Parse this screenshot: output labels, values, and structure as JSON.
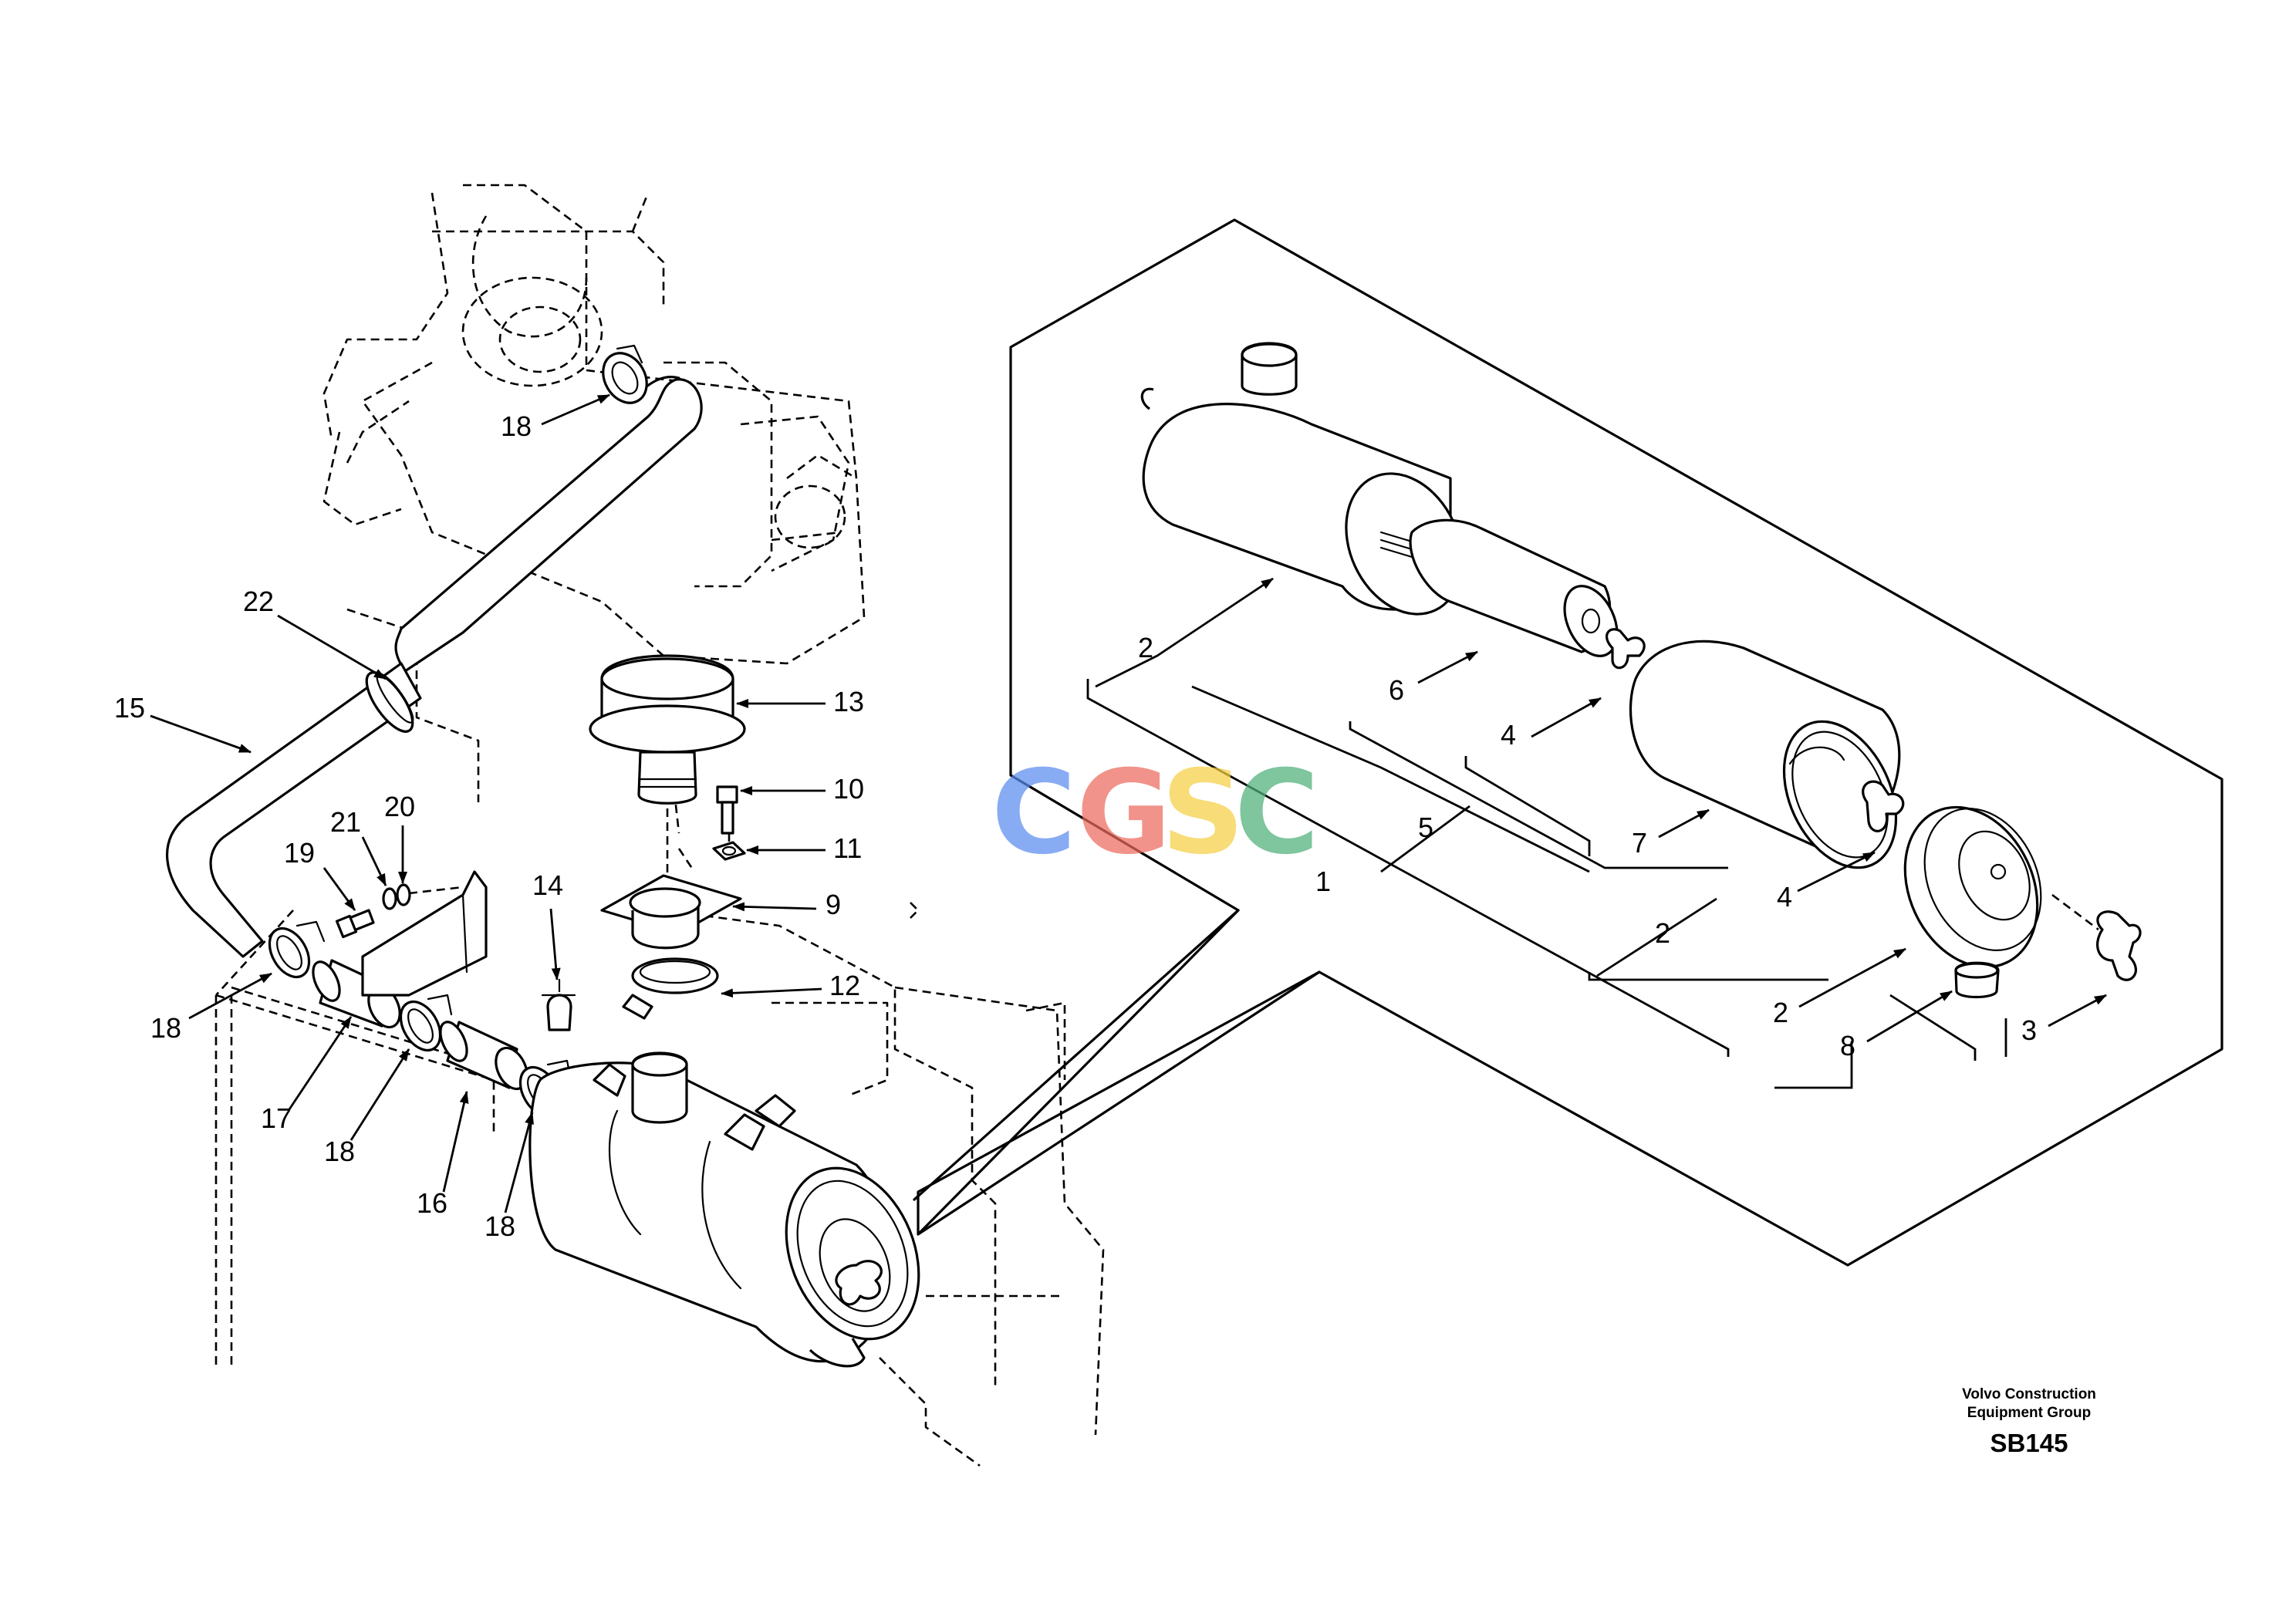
{
  "callouts": {
    "c1": "1",
    "c2a": "2",
    "c2b": "2",
    "c2c": "2",
    "c3": "3",
    "c4a": "4",
    "c4b": "4",
    "c5": "5",
    "c6": "6",
    "c7": "7",
    "c8": "8",
    "c9": "9",
    "c10": "10",
    "c11": "11",
    "c12": "12",
    "c13": "13",
    "c14": "14",
    "c15": "15",
    "c16": "16",
    "c17": "17",
    "c18a": "18",
    "c18b": "18",
    "c18c": "18",
    "c18d": "18",
    "c19": "19",
    "c20": "20",
    "c21": "21",
    "c22": "22"
  },
  "watermark": {
    "letters": [
      "C",
      "G",
      "S",
      "C"
    ],
    "colors": [
      "#5b8def",
      "#ec6a5e",
      "#f6cf45",
      "#4fb07a"
    ]
  },
  "title_block": {
    "company_line1": "Volvo Construction",
    "company_line2": "Equipment Group",
    "drawing_code": "SB145"
  },
  "icons": [
    "arrow-icon",
    "hose-clamp-icon",
    "wing-nut-icon",
    "air-cleaner-icon"
  ]
}
